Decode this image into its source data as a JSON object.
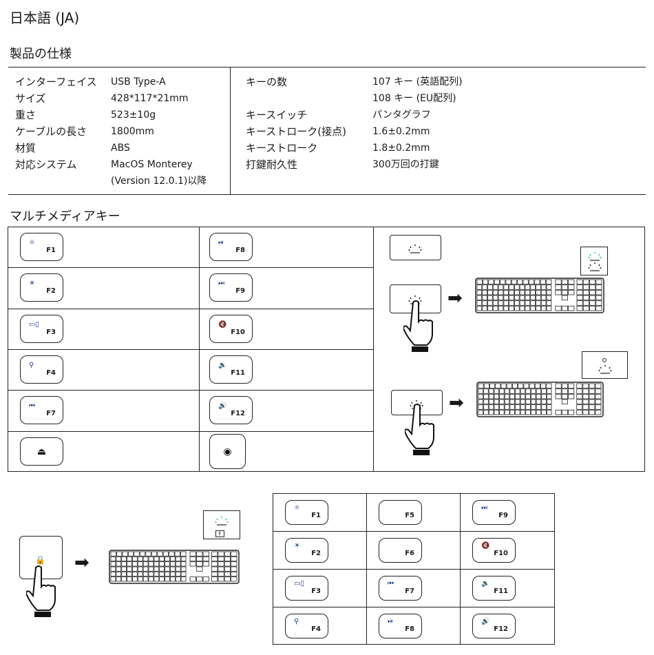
{
  "page_title": "日本語 (JA)",
  "spec": {
    "heading": "製品の仕様",
    "left_rows": [
      {
        "label": "インターフェイス",
        "value": "USB Type-A"
      },
      {
        "label": "サイズ",
        "value": "428*117*21mm"
      },
      {
        "label": "重さ",
        "value": "523±10g"
      },
      {
        "label": "ケーブルの長さ",
        "value": "1800mm"
      },
      {
        "label": "材質",
        "value": "ABS"
      },
      {
        "label": "対応システム",
        "value": "MacOS Monterey"
      },
      {
        "label": "",
        "value": "(Version 12.0.1)以降"
      }
    ],
    "right_rows": [
      {
        "label": "キーの数",
        "value": "107 キー (英語配列)"
      },
      {
        "label": "",
        "value": "108 キー (EU配列)"
      },
      {
        "label": "キースイッチ",
        "value": "パンタグラフ"
      },
      {
        "label": "キーストローク(接点)",
        "value": "1.6±0.2mm"
      },
      {
        "label": "キーストローク",
        "value": "1.8±0.2mm"
      },
      {
        "label": "打鍵耐久性",
        "value": "300万回の打鍵"
      }
    ]
  },
  "multimedia": {
    "heading": "マルチメディアキー",
    "left_keys": [
      {
        "icon": "☼",
        "label": "F1",
        "icon_name": "brightness-down-icon"
      },
      {
        "icon": "☀",
        "label": "F2",
        "icon_name": "brightness-up-icon"
      },
      {
        "icon": "▭▯",
        "label": "F3",
        "icon_name": "mission-control-icon"
      },
      {
        "icon": "⚲",
        "label": "F4",
        "icon_name": "search-icon"
      },
      {
        "icon": "⏮",
        "label": "F7",
        "icon_name": "previous-track-icon"
      },
      {
        "icon": "⏏",
        "label": "",
        "icon_name": "eject-icon"
      }
    ],
    "mid_keys": [
      {
        "icon": "⏯",
        "label": "F8",
        "icon_name": "play-pause-icon"
      },
      {
        "icon": "⏭",
        "label": "F9",
        "icon_name": "next-track-icon"
      },
      {
        "icon": "🔇",
        "label": "F10",
        "icon_name": "mute-icon"
      },
      {
        "icon": "🔉",
        "label": "F11",
        "icon_name": "volume-down-icon"
      },
      {
        "icon": "🔊",
        "label": "F12",
        "icon_name": "volume-up-icon"
      },
      {
        "icon": "◉",
        "label": "",
        "icon_name": "camera-icon"
      }
    ]
  },
  "fn_lock": {
    "bubble_key_label": "F",
    "grid": [
      [
        {
          "icon": "☼",
          "label": "F1"
        },
        {
          "icon": "",
          "label": "F5"
        },
        {
          "icon": "⏭",
          "label": "F9"
        }
      ],
      [
        {
          "icon": "☀",
          "label": "F2"
        },
        {
          "icon": "",
          "label": "F6"
        },
        {
          "icon": "🔇",
          "label": "F10"
        }
      ],
      [
        {
          "icon": "▭▯",
          "label": "F3"
        },
        {
          "icon": "⏮",
          "label": "F7"
        },
        {
          "icon": "🔉",
          "label": "F11"
        }
      ],
      [
        {
          "icon": "⚲",
          "label": "F4"
        },
        {
          "icon": "⏯",
          "label": "F8"
        },
        {
          "icon": "🔊",
          "label": "F12"
        }
      ]
    ]
  },
  "colors": {
    "icon_blue": "#1f3a8a",
    "highlight_green": "#22c55e",
    "line": "#222222"
  }
}
